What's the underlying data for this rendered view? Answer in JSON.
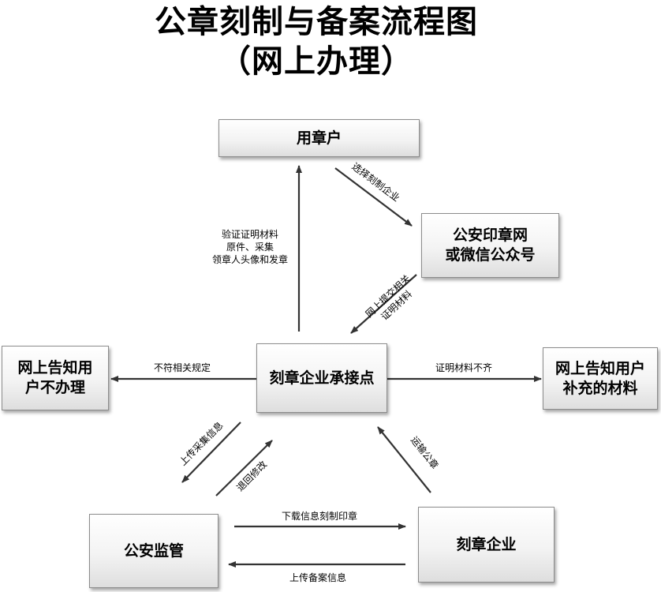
{
  "title": {
    "line1": "公章刻制与备案流程图",
    "line2": "（网上办理）"
  },
  "nodes": {
    "user": "用章户",
    "police_wechat": [
      "公安印章网",
      "或微信公众号"
    ],
    "center": "刻章企业承接点",
    "left": [
      "网上告知用",
      "户不办理"
    ],
    "right": [
      "网上告知用户",
      "补充的材料"
    ],
    "police": "公安监管",
    "company": "刻章企业"
  },
  "edges": {
    "select_company": "选择刻制企业",
    "submit_materials": [
      "网上提交相关",
      "证明材料"
    ],
    "verify": [
      "验证证明材料",
      "原件、采集",
      "领章人头像和发章"
    ],
    "not_compliant": "不符相关规定",
    "incomplete": "证明材料不齐",
    "upload_collect": "上传采集信息",
    "return_modify": "退回修改",
    "transport_seal": "运输公章",
    "download_info": "下载信息刻制印章",
    "upload_record": "上传备案信息"
  }
}
